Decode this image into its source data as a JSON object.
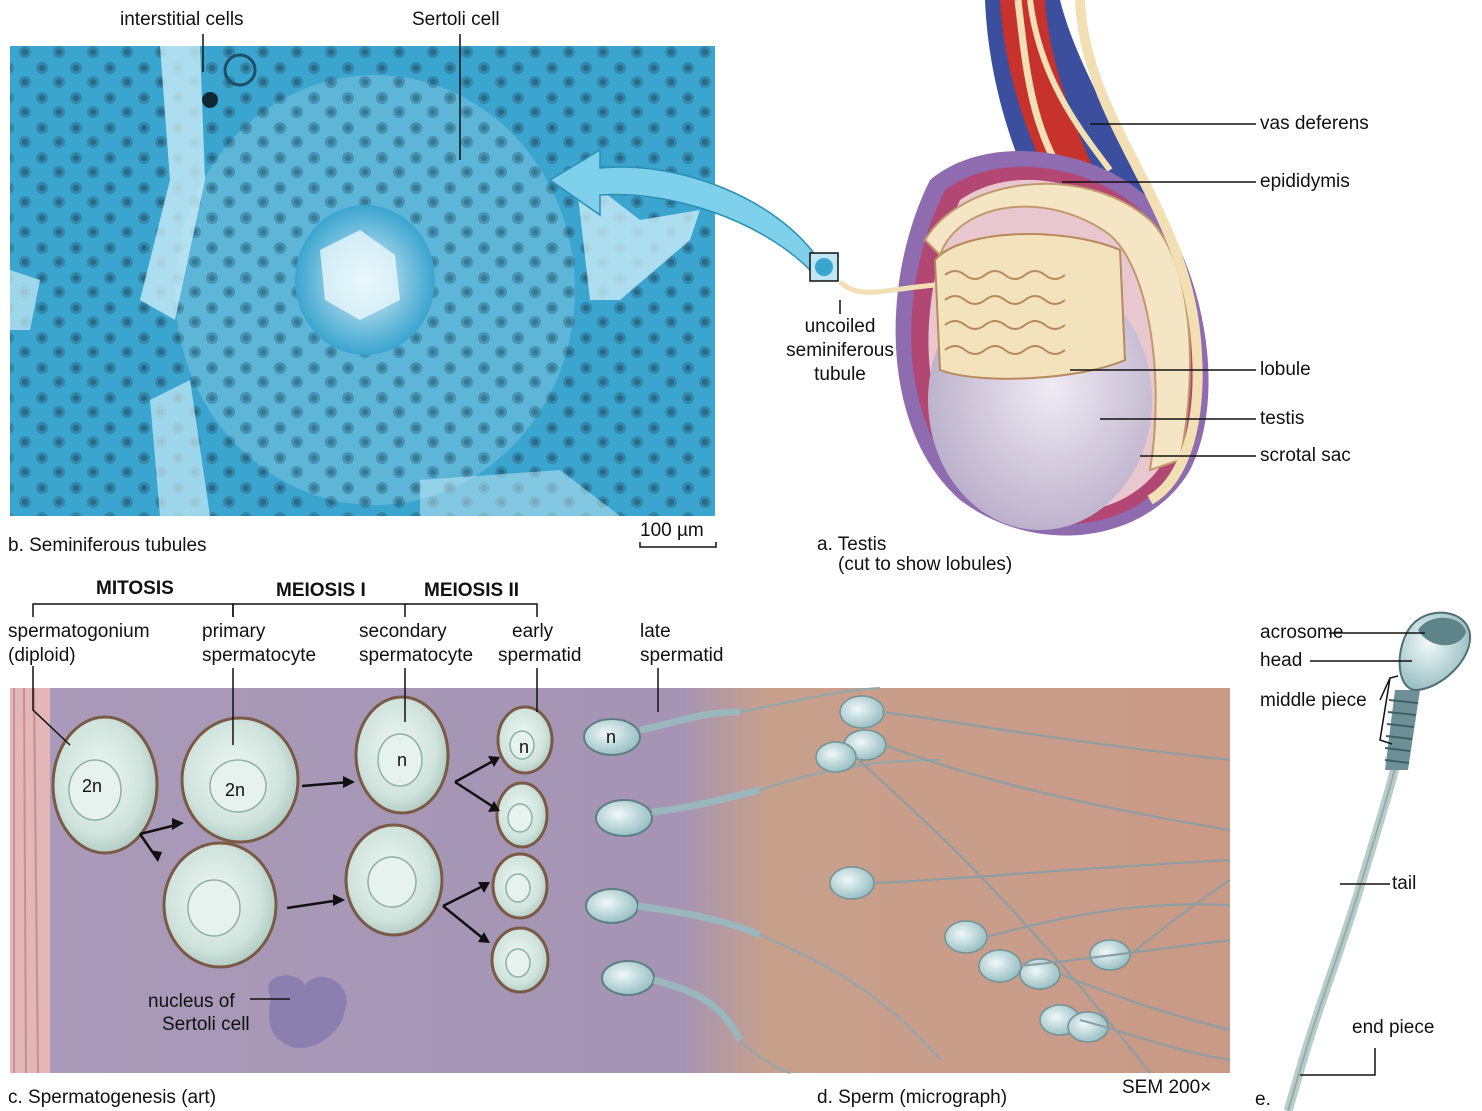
{
  "testis": {
    "caption_line1": "a. Testis",
    "caption_line2": "(cut to show lobules)",
    "labels": {
      "vas_deferens": "vas deferens",
      "epididymis": "epididymis",
      "lobule": "lobule",
      "testis": "testis",
      "scrotal_sac": "scrotal sac",
      "uncoiled_1": "uncoiled",
      "uncoiled_2": "seminiferous",
      "uncoiled_3": "tubule"
    }
  },
  "micrograph": {
    "caption": "b. Seminiferous tubules",
    "interstitial": "interstitial cells",
    "sertoli": "Sertoli cell",
    "scale": "100 µm"
  },
  "spermatogenesis": {
    "caption": "c. Spermatogenesis (art)",
    "phases": {
      "mitosis": "MITOSIS",
      "meiosis1": "MEIOSIS I",
      "meiosis2": "MEIOSIS II"
    },
    "stages": {
      "s1a": "spermatogonium",
      "s1b": "(diploid)",
      "s2a": "primary",
      "s2b": "spermatocyte",
      "s3a": "secondary",
      "s3b": "spermatocyte",
      "s4a": "early",
      "s4b": "spermatid",
      "s5a": "late",
      "s5b": "spermatid"
    },
    "ploidy": {
      "p2n_a": "2n",
      "p2n_b": "2n",
      "n_a": "n",
      "n_b": "n",
      "n_c": "n"
    },
    "sertoli_nucleus_1": "nucleus of",
    "sertoli_nucleus_2": "Sertoli cell"
  },
  "sperm_micrograph": {
    "caption": "d. Sperm (micrograph)",
    "magnification": "SEM 200×"
  },
  "sperm_parts": {
    "caption": "e.",
    "acrosome": "acrosome",
    "head": "head",
    "middle": "middle piece",
    "tail": "tail",
    "end": "end piece"
  },
  "colors": {
    "micrograph_bg": "#3aa5cf",
    "tissue_purple": "#a594b4",
    "tissue_tan": "#c99a86",
    "cell_fill": "#cfe3dc",
    "arrow_blue": "#7fd0ea"
  }
}
